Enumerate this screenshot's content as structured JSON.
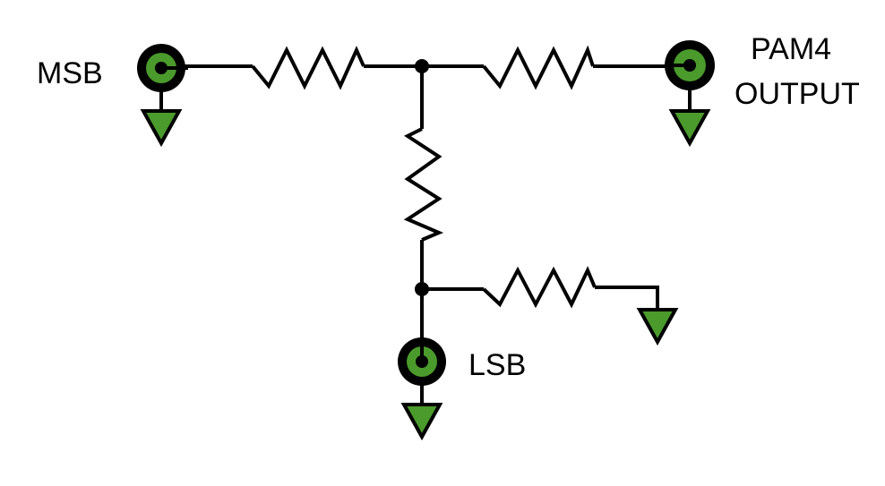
{
  "labels": {
    "msb": "MSB",
    "lsb": "LSB",
    "output_line1": "PAM4",
    "output_line2": "OUTPUT"
  },
  "colors": {
    "wire": "#000000",
    "connector_fill": "#4a9a2c",
    "ground_fill": "#4a9a2c"
  },
  "icons": {
    "connector": "coax-connector-icon",
    "ground": "ground-triangle-icon",
    "resistor": "resistor-zigzag-icon",
    "junction": "junction-dot-icon"
  }
}
